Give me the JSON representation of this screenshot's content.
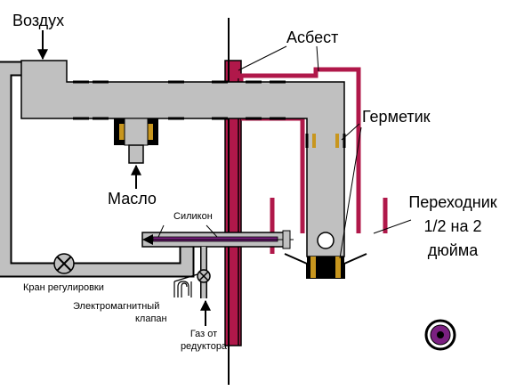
{
  "labels": {
    "air": "Воздух",
    "asbestos": "Асбест",
    "sealant": "Герметик",
    "oil": "Масло",
    "silicone": "Силикон",
    "adapter_line1": "Переходник",
    "adapter_line2": "1/2 на 2",
    "adapter_line3": "дюйма",
    "control_valve": "Кран регулировки",
    "solenoid_line1": "Электромагнитный",
    "solenoid_line2": "клапан",
    "gas_line1": "Газ от",
    "gas_line2": "редуктора"
  },
  "colors": {
    "pipe_fill": "#c0c0c0",
    "outline": "#000000",
    "asbestos": "#b0184a",
    "sealant": "#c8961e",
    "silicone": "#7a2080",
    "background": "#ffffff"
  }
}
